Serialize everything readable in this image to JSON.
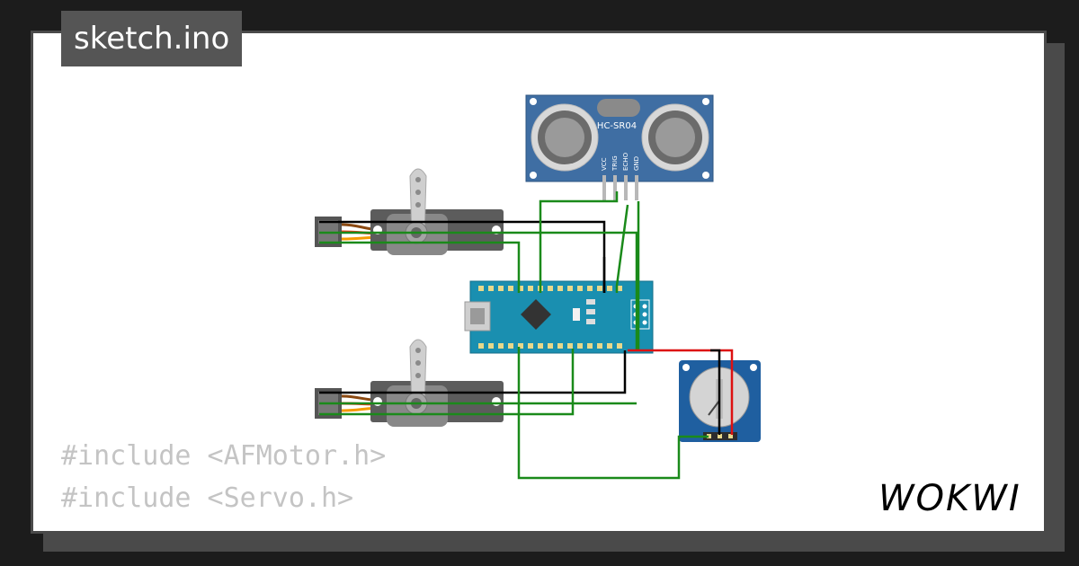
{
  "tab": {
    "filename": "sketch.ino"
  },
  "code_preview": {
    "lines": [
      "#include <AFMotor.h>",
      "#include <Servo.h>"
    ]
  },
  "brand": {
    "logo_text": "WOKWI"
  },
  "sensor": {
    "label": "HC-SR04",
    "pins": [
      "VCC",
      "TRIG",
      "ECHO",
      "GND"
    ]
  },
  "colors": {
    "background": "#1c1c1c",
    "card": "#ffffff",
    "tab": "#555555",
    "wire_green": "#1a8a1a",
    "wire_black": "#000000",
    "wire_red": "#dd1111",
    "board": "#1a8fb0",
    "sensor_board": "#3f6ea3"
  }
}
